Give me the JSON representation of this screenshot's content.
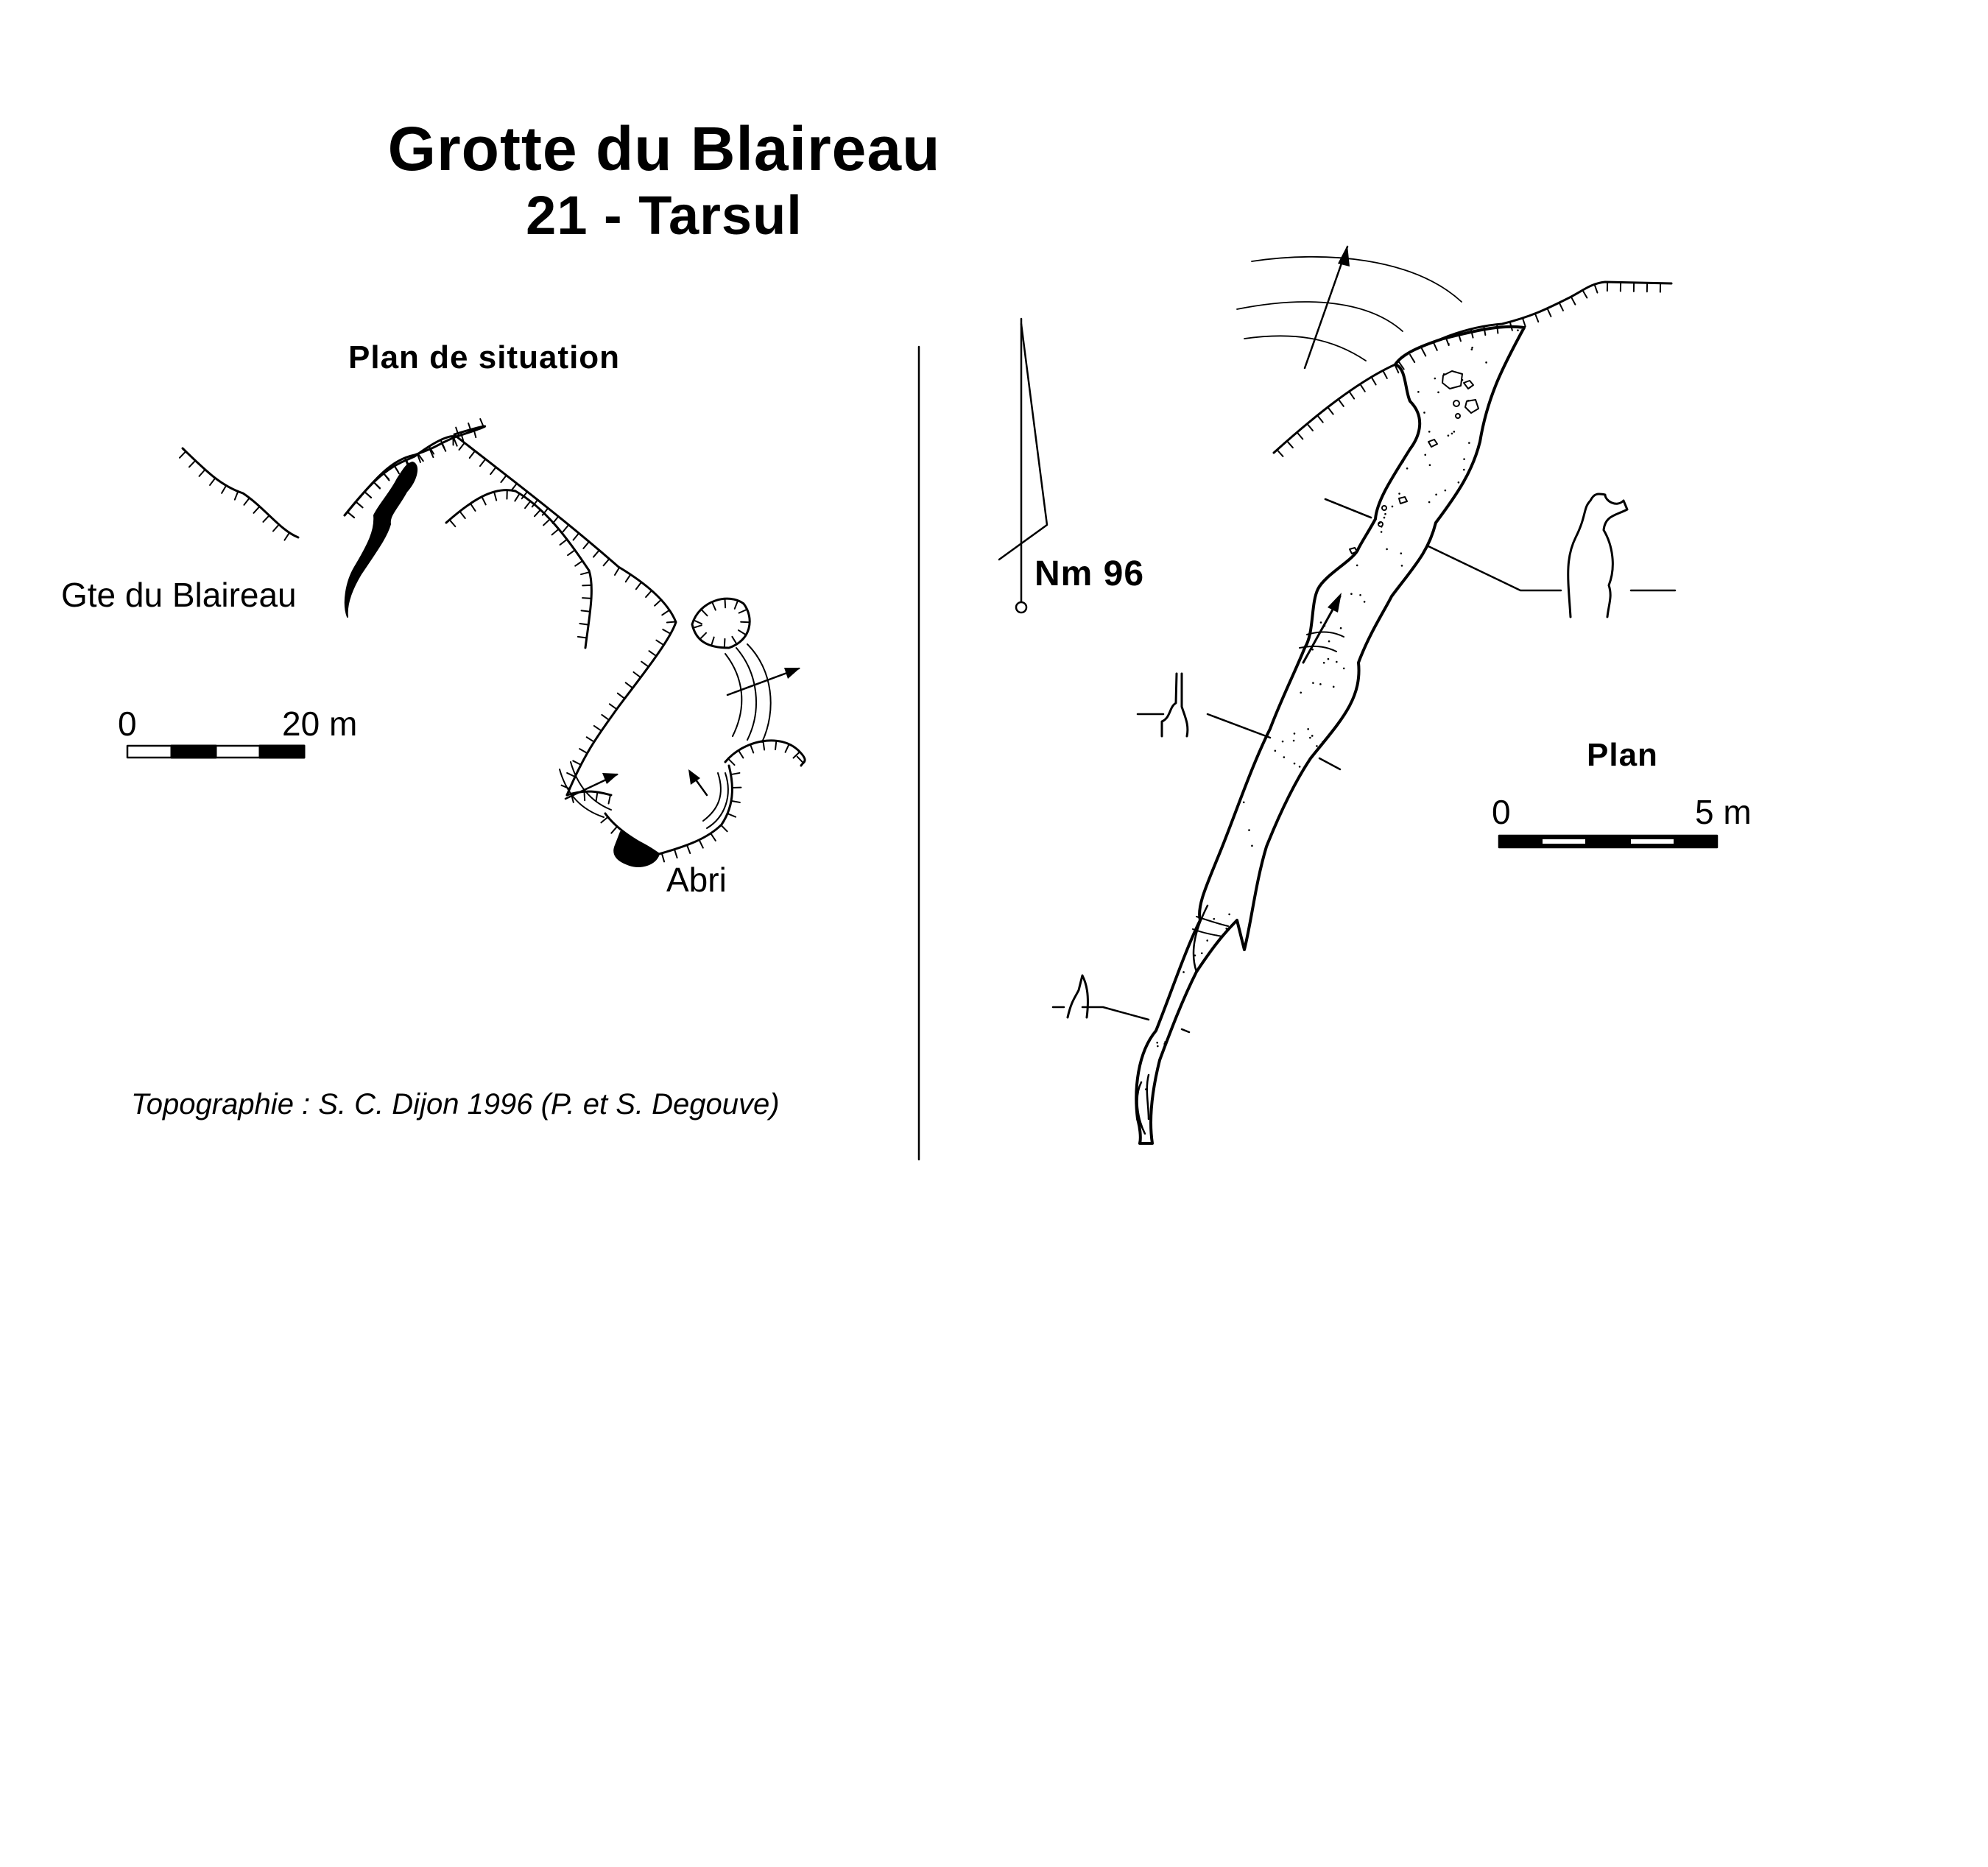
{
  "header": {
    "title": "Grotte du Blaireau",
    "subtitle": "21 - Tarsul"
  },
  "situation_map": {
    "heading": "Plan de situation",
    "cave_label": "Gte du Blaireau",
    "shelter_label": "Abri",
    "scale": {
      "start_label": "0",
      "end_label": "20 m"
    }
  },
  "plan": {
    "heading": "Plan",
    "north_label": "Nm 96",
    "scale": {
      "start_label": "0",
      "end_label": "5 m"
    }
  },
  "credit": "Topographie : S. C. Dijon 1996 (P. et S. Degouve)"
}
